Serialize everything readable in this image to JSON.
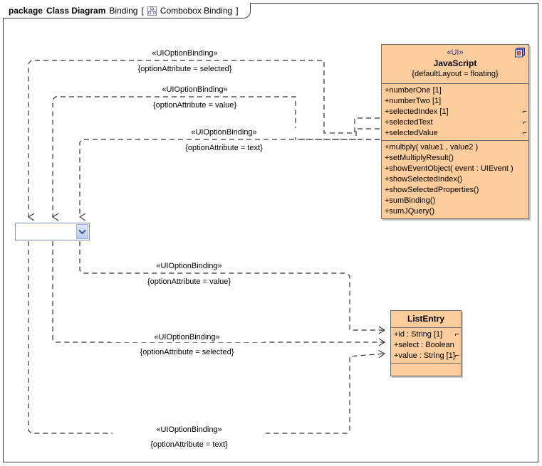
{
  "frame": {
    "keyword": "package",
    "diagram_type": "Class Diagram",
    "package_name": "Binding",
    "open_bracket": "[",
    "diagram_name": "Combobox Binding",
    "close_bracket": "]",
    "icon": "class-diagram-icon"
  },
  "colors": {
    "class_fill": "#FBCC9C",
    "class_border": "#6b6b6b",
    "stereotype_text": "#33338e",
    "frame_border": "#3a3a3a",
    "connector": "#333333",
    "combobox_border": "#7b96c4",
    "combobox_button": "#c3d3f0"
  },
  "classes": [
    {
      "id": "javascript",
      "stereotype": "«UI»",
      "name": "JavaScript",
      "constraint": "{defaultLayout = floating}",
      "marker_icon": "multi-instance-icon",
      "attributes": [
        {
          "text": "+numberOne [1]",
          "trailing": ""
        },
        {
          "text": "+numberTwo [1]",
          "trailing": ""
        },
        {
          "text": "+selectedIndex [1]",
          "trailing": "⌐"
        },
        {
          "text": "+selectedText",
          "trailing": "⌐"
        },
        {
          "text": "+selectedValue",
          "trailing": "⌐"
        }
      ],
      "operations": [
        "+multiply( value1 , value2 )",
        "+setMultiplyResult()",
        "+showEventObject( event : UIEvent )",
        "+showSelectedIndex()",
        "+showSelectedProperties()",
        "+sumBinding()",
        "+sumJQuery()"
      ]
    },
    {
      "id": "listentry",
      "stereotype": "",
      "name": "ListEntry",
      "constraint": "",
      "marker_icon": "",
      "attributes": [
        {
          "text": "+id : String [1]",
          "trailing": "⌐"
        },
        {
          "text": "+select : Boolean",
          "trailing": ""
        },
        {
          "text": "+value : String [1]",
          "trailing": "⌐"
        }
      ],
      "operations": []
    }
  ],
  "widgets": [
    {
      "id": "combobox",
      "name": "combobox-widget",
      "value": "",
      "arrow_icon": "chevron-down-icon"
    }
  ],
  "connectors": [
    {
      "id": "bind-top-1",
      "stereotype": "«UIOptionBinding»",
      "constraint": "{optionAttribute = selected}",
      "source": "javascript.selectedIndex",
      "target": "combobox"
    },
    {
      "id": "bind-top-2",
      "stereotype": "«UIOptionBinding»",
      "constraint": "{optionAttribute = value}",
      "source": "javascript.selectedText",
      "target": "combobox"
    },
    {
      "id": "bind-top-3",
      "stereotype": "«UIOptionBinding»",
      "constraint": "{optionAttribute = text}",
      "source": "javascript.selectedValue",
      "target": "combobox"
    },
    {
      "id": "bind-bot-1",
      "stereotype": "«UIOptionBinding»",
      "constraint": "{optionAttribute = value}",
      "source": "combobox",
      "target": "listentry.id"
    },
    {
      "id": "bind-bot-2",
      "stereotype": "«UIOptionBinding»",
      "constraint": "{optionAttribute = selected}",
      "source": "combobox",
      "target": "listentry.select"
    },
    {
      "id": "bind-bot-3",
      "stereotype": "«UIOptionBinding»",
      "constraint": "{optionAttribute = text}",
      "source": "combobox",
      "target": "listentry.value"
    }
  ]
}
